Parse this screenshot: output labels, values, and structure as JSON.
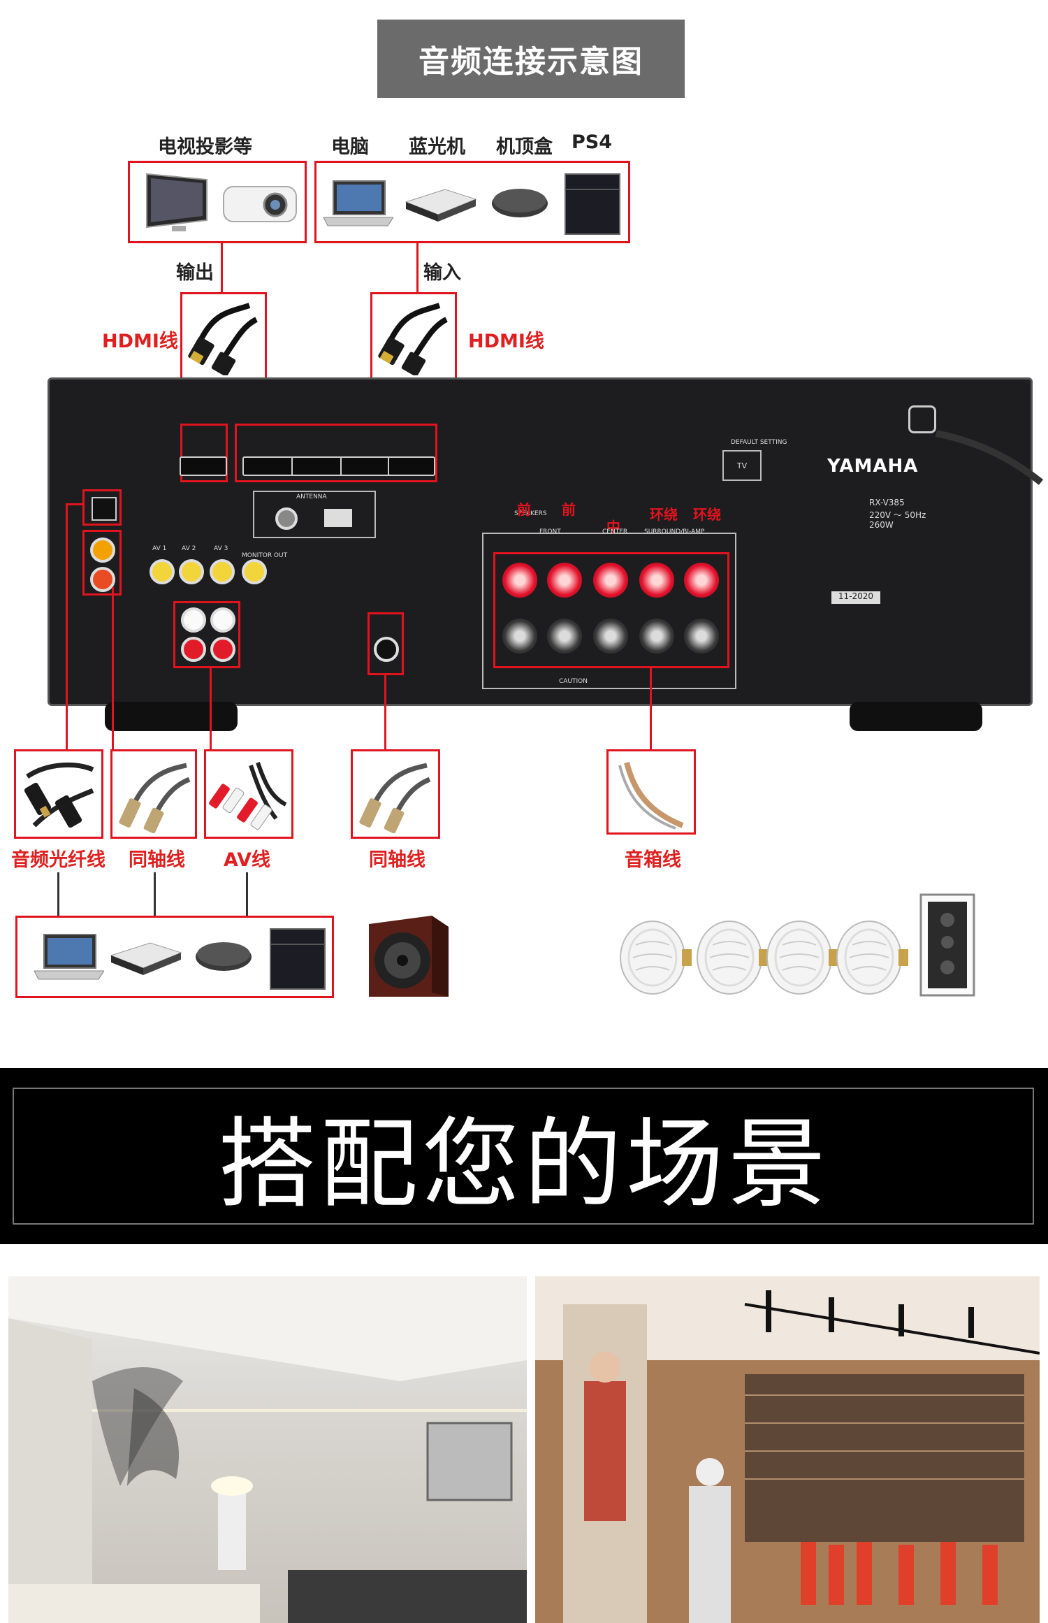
{
  "title": "音频连接示意图",
  "top_groups": {
    "left_label": "电视投影等",
    "right_labels": [
      "电脑",
      "蓝光机",
      "机顶盒",
      "PS4"
    ],
    "output_label": "输出",
    "input_label": "输入"
  },
  "hdmi": {
    "left_label": "HDMI线",
    "right_label": "HDMI线"
  },
  "receiver": {
    "brand": "YAMAHA",
    "model": "RX-V385",
    "front": "前",
    "center": "中",
    "surround": "环绕",
    "speakers_title": "SPEAKERS",
    "front_small": "FRONT",
    "center_small": "CENTER",
    "surround_small": "SURROUND/BI-AMP",
    "antenna": "ANTENNA",
    "monitor_out": "MONITOR OUT",
    "av_labels": [
      "AV 1",
      "AV 2",
      "AV 3"
    ],
    "power": "220V ～ 50Hz",
    "watt": "260W",
    "caution": "CAUTION",
    "date": "11-2020",
    "default_setting": "DEFAULT SETTING",
    "tv": "TV"
  },
  "cables": [
    "音频光纤线",
    "同轴线",
    "AV线",
    "同轴线",
    "音箱线"
  ],
  "banner": "搭配您的场景",
  "colors": {
    "accent_red": "#e0141e",
    "title_bg": "#6b6b6b",
    "banner_bg": "#000000"
  },
  "icons": [
    "tv-icon",
    "projector-icon",
    "laptop-icon",
    "bluray-icon",
    "settop-icon",
    "ps4-icon",
    "hdmi-cable-icon",
    "optical-cable-icon",
    "coaxial-cable-icon",
    "av-cable-icon",
    "speaker-wire-icon",
    "subwoofer-icon",
    "ceiling-speaker-icon",
    "wall-speaker-icon"
  ]
}
